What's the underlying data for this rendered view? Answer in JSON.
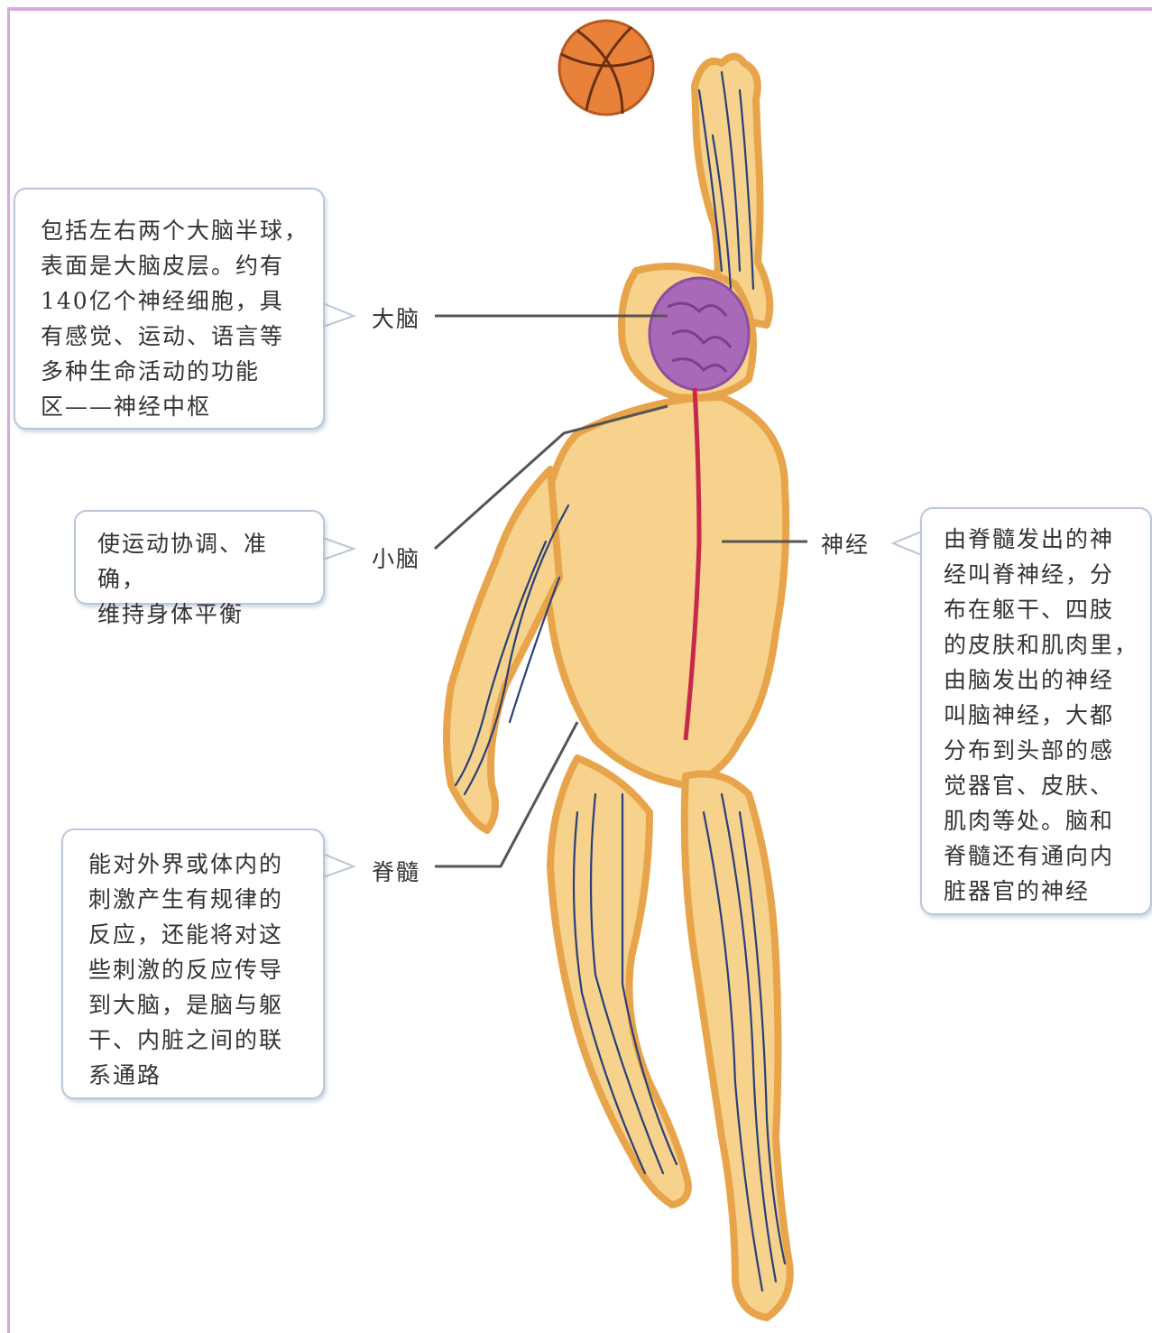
{
  "labels": {
    "cerebrum": "大脑",
    "cerebellum": "小脑",
    "spinal_cord": "脊髓",
    "nerves": "神经"
  },
  "descriptions": {
    "cerebrum": "包括左右两个大脑半球，\n表面是大脑皮层。约有\n140亿个神经细胞，具\n有感觉、运动、语言等\n多种生命活动的功能\n区——神经中枢",
    "cerebellum": "使运动协调、准确，\n维持身体平衡",
    "spinal_cord": "能对外界或体内的\n刺激产生有规律的\n反应，还能将对这\n些刺激的反应传导\n到大脑，是脑与躯\n干、内脏之间的联\n系通路",
    "nerves": "由脊髓发出的神\n经叫脊神经，分\n布在躯干、四肢\n的皮肤和肌肉里，\n由脑发出的神经\n叫脑神经，大都\n分布到头部的感\n觉器官、皮肤、\n肌肉等处。脑和\n脊髓还有通向内\n脏器官的神经"
  },
  "colors": {
    "frame": "#d9a8e0",
    "skin": "#f6d28c",
    "outline": "#e8a44a",
    "brain": "#a86ab8",
    "spinal_cord": "#c8284c",
    "nerve": "#2a3f78",
    "callout_border": "#b9c7d8",
    "ball": "#e8823a"
  }
}
